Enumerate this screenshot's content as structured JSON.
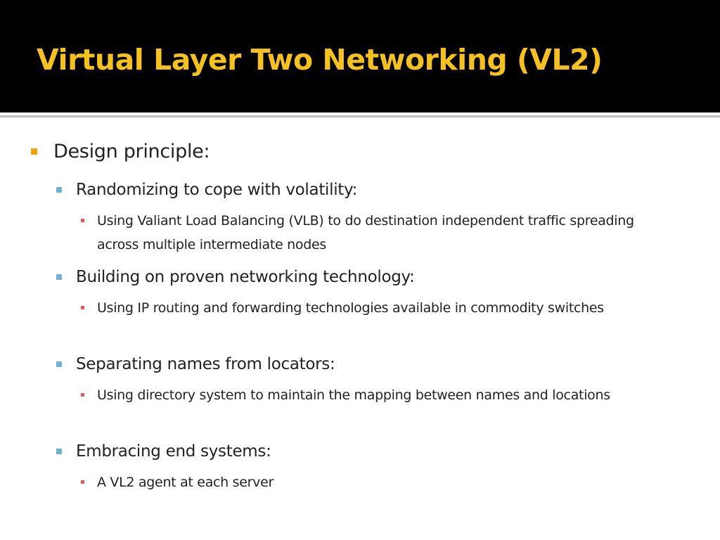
{
  "slide": {
    "title": "Virtual Layer Two Networking (VL2)",
    "colors": {
      "title_bar": "#000000",
      "title_text": "#f5c21b",
      "level1_bullet": "#f0a30a",
      "level2_bullet": "#6fb3d2",
      "level3_bullet": "#e05a5a"
    },
    "bullets": {
      "design_principle": "Design principle:",
      "randomizing": "Randomizing to cope with volatility:",
      "vlb": "Using Valiant Load Balancing (VLB) to do destination independent traffic spreading across multiple intermediate nodes",
      "proven_tech": "Building on proven networking technology:",
      "ip_routing": "Using IP routing and forwarding technologies available in commodity switches",
      "separating": "Separating names from locators:",
      "directory": "Using directory system to maintain the mapping between names and locations",
      "embracing": "Embracing end systems:",
      "agent": "A VL2 agent at each server"
    }
  }
}
